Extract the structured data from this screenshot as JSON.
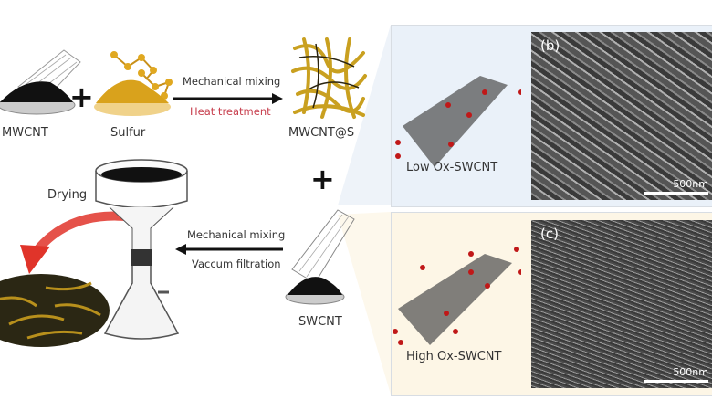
{
  "top_row": {
    "mwcnt_label": "MWCNT",
    "sulfur_label": "Sulfur",
    "arrow_top_label": "Mechanical mixing",
    "arrow_bottom_label": "Heat treatment",
    "product_label": "MWCNT@S"
  },
  "bottom_row": {
    "drying_label": "Drying",
    "arrow_top_label": "Mechanical mixing",
    "arrow_bottom_label": "Vaccum filtration",
    "swcnt_label": "SWCNT"
  },
  "panels": [
    {
      "molecule_label": "Low Ox-SWCNT",
      "sem_label": "(b)",
      "scale_label": "500nm",
      "bg": "#eaf1f9"
    },
    {
      "molecule_label": "High Ox-SWCNT",
      "sem_label": "(c)",
      "scale_label": "500nm",
      "bg": "#fdf6e6"
    }
  ],
  "colors": {
    "heat_text": "#c8404f",
    "sulfur": "#d9a21c",
    "drying_arrow": "#e0342a"
  }
}
